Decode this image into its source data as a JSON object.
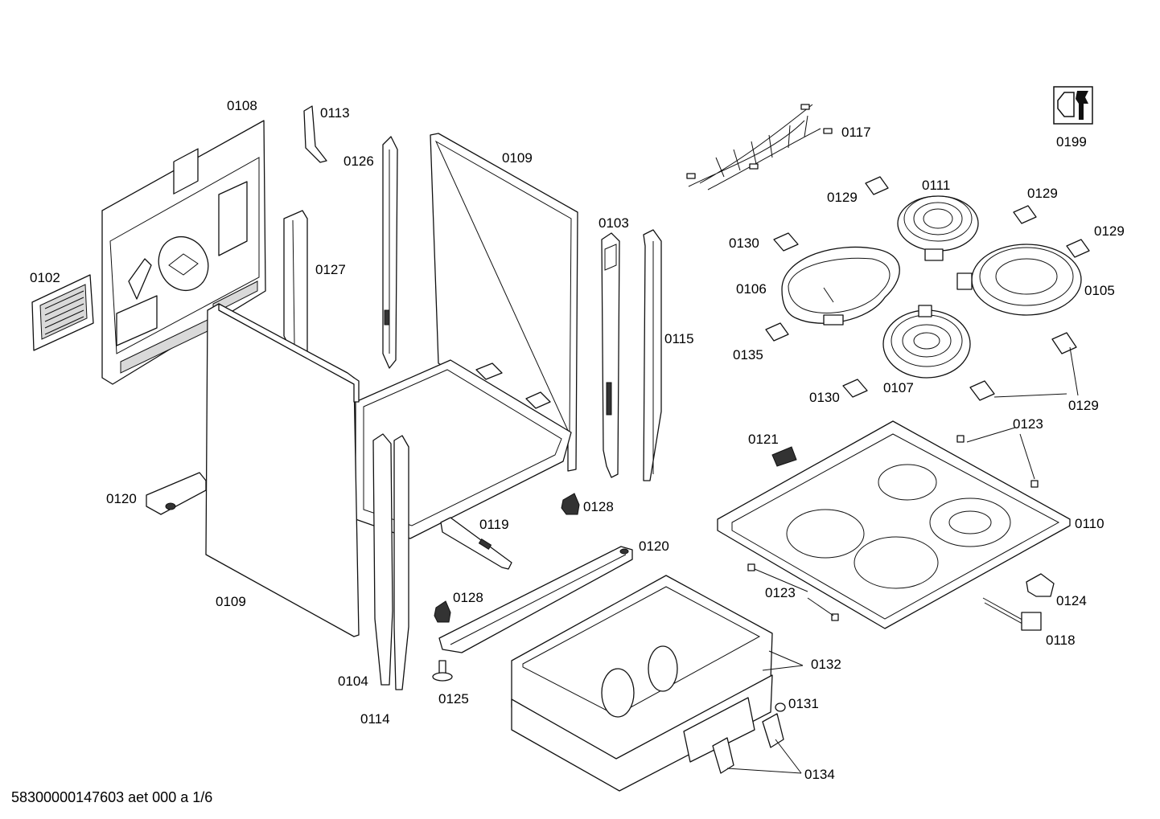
{
  "diagram": {
    "labels": {
      "p0108": "0108",
      "p0113": "0113",
      "p0126": "0126",
      "p0109_top": "0109",
      "p0117": "0117",
      "p0199": "0199",
      "p0102": "0102",
      "p0127": "0127",
      "p0103": "0103",
      "p0129_a": "0129",
      "p0111": "0111",
      "p0129_b": "0129",
      "p0129_c": "0129",
      "p0130_a": "0130",
      "p0106": "0106",
      "p0105": "0105",
      "p0115": "0115",
      "p0135": "0135",
      "p0130_b": "0130",
      "p0107": "0107",
      "p0129_d": "0129",
      "p0121": "0121",
      "p0123_a": "0123",
      "p0120_a": "0120",
      "p0128_a": "0128",
      "p0119": "0119",
      "p0110": "0110",
      "p0120_b": "0120",
      "p0109_bottom": "0109",
      "p0128_b": "0128",
      "p0123_b": "0123",
      "p0124": "0124",
      "p0118": "0118",
      "p0132": "0132",
      "p0104": "0104",
      "p0125": "0125",
      "p0131": "0131",
      "p0114": "0114",
      "p0134": "0134"
    },
    "footer": "58300000147603 aet 000 a 1/6",
    "service_icon": "service-wrench-icon"
  }
}
